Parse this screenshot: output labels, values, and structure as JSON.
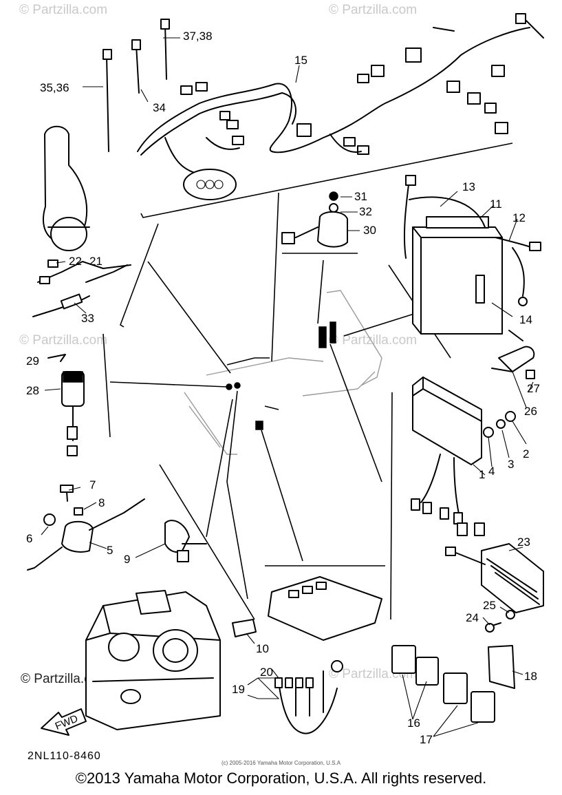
{
  "watermark": "© Partzilla.com",
  "diagram_code": "2NL110-8460",
  "small_credit": "(c) 2005-2016 Yamaha Motor Corporation, U.S.A",
  "copyright": "©2013 Yamaha Motor Corporation, U.S.A. All rights reserved.",
  "fwd_label": "FWD",
  "callouts": [
    "1",
    "2",
    "3",
    "4",
    "5",
    "6",
    "7",
    "8",
    "9",
    "10",
    "11",
    "12",
    "13",
    "14",
    "15",
    "16",
    "17",
    "18",
    "19",
    "20",
    "21",
    "22",
    "23",
    "24",
    "25",
    "26",
    "27",
    "28",
    "29",
    "30",
    "31",
    "32",
    "33",
    "34",
    "35,36",
    "37,38"
  ]
}
